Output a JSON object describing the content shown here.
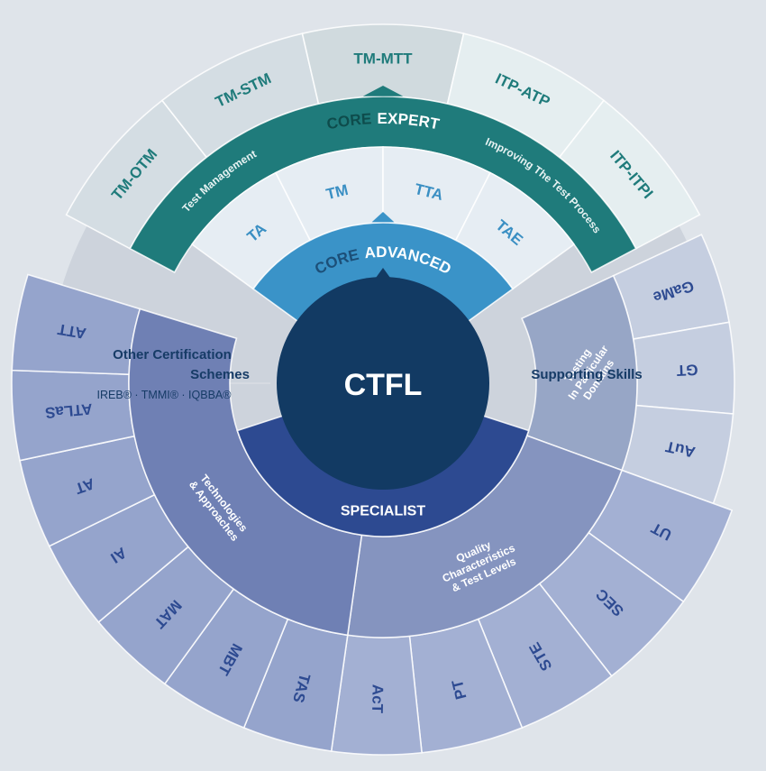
{
  "center": {
    "label": "CTFL"
  },
  "core_advanced": {
    "label_core": "CORE",
    "label_level": "ADVANCED",
    "modules": [
      "TA",
      "TM",
      "TTA",
      "TAE"
    ]
  },
  "core_expert": {
    "label_core": "CORE",
    "label_level": "EXPERT",
    "stream_test_management": "Test Management",
    "stream_improving": "Improving The Test Process",
    "modules": [
      "TM-OTM",
      "TM-STM",
      "TM-MTT",
      "ITP-ATP",
      "ITP-ITPI"
    ]
  },
  "specialist": {
    "label": "SPECIALIST",
    "group_tech": "Technologies & Approaches",
    "group_quality": "Quality Characteristics & Test Levels",
    "group_domains": "Testing In Particular Domains",
    "modules_tech": [
      "ATT",
      "ATLaS",
      "AT",
      "AI",
      "MAT",
      "MBT",
      "TAS"
    ],
    "modules_quality": [
      "AcT",
      "PT",
      "STE",
      "SEC",
      "UT"
    ],
    "modules_domains": [
      "AuT",
      "GT",
      "GaMe"
    ]
  },
  "other_schemes": {
    "title_line1": "Other Certification",
    "title_line2": "Schemes",
    "list": "IREB® · TMMI® · IQBBA®"
  },
  "supporting_skills": {
    "label": "Supporting Skills"
  },
  "colors": {
    "background": "#dfe4ea",
    "outer_disc": "#cdd3dc",
    "ctfl": "#123a63",
    "advanced_band": "#3a93c8",
    "advanced_modules": "#e6edf3",
    "expert_band": "#1f7b7b",
    "expert_modules_left": "#d4dde3",
    "expert_modules_right": "#e5eef0",
    "specialist_band": "#2d4a91",
    "tech_group": "#6f80b4",
    "quality_group": "#8594bf",
    "domains_group": "#97a6c6",
    "tech_modules": "#95a4cc",
    "quality_modules": "#a3b0d3",
    "domain_modules": "#c5cee0"
  }
}
